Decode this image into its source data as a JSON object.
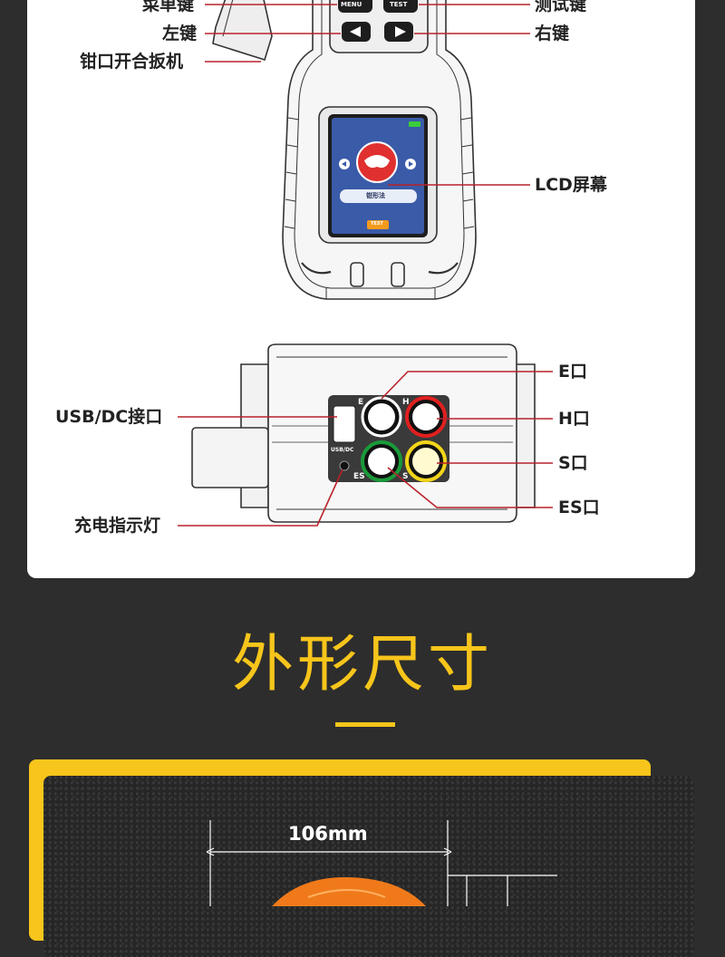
{
  "callouts": {
    "menu_key": "菜单键",
    "left_key": "左键",
    "jaw_trigger": "钳口开合扳机",
    "test_key": "测试键",
    "right_key": "右键",
    "lcd_screen": "LCD屏幕",
    "usb_dc_port": "USB/DC接口",
    "charge_indicator": "充电指示灯",
    "e_port": "E口",
    "h_port": "H口",
    "s_port": "S口",
    "es_port": "ES口"
  },
  "device_labels": {
    "menu": "MENU",
    "test": "TEST",
    "lcd_mode": "钳形法",
    "lcd_test": "TEST",
    "jack_e": "E",
    "jack_h": "H",
    "jack_es": "ES",
    "jack_s": "S",
    "usb_dc": "USB/DC"
  },
  "section": {
    "title": "外形尺寸"
  },
  "dimension": {
    "width": "106mm"
  },
  "colors": {
    "accent": "#f7c51b",
    "callout_line": "#c0392b",
    "jack_red": "#e02020",
    "jack_green": "#1a9a3a",
    "jack_yellow": "#f2d51a",
    "lcd_blue": "#3a5ba8"
  },
  "icons": [
    "left-arrow-icon",
    "right-arrow-icon",
    "clamp-icon",
    "battery-icon"
  ]
}
